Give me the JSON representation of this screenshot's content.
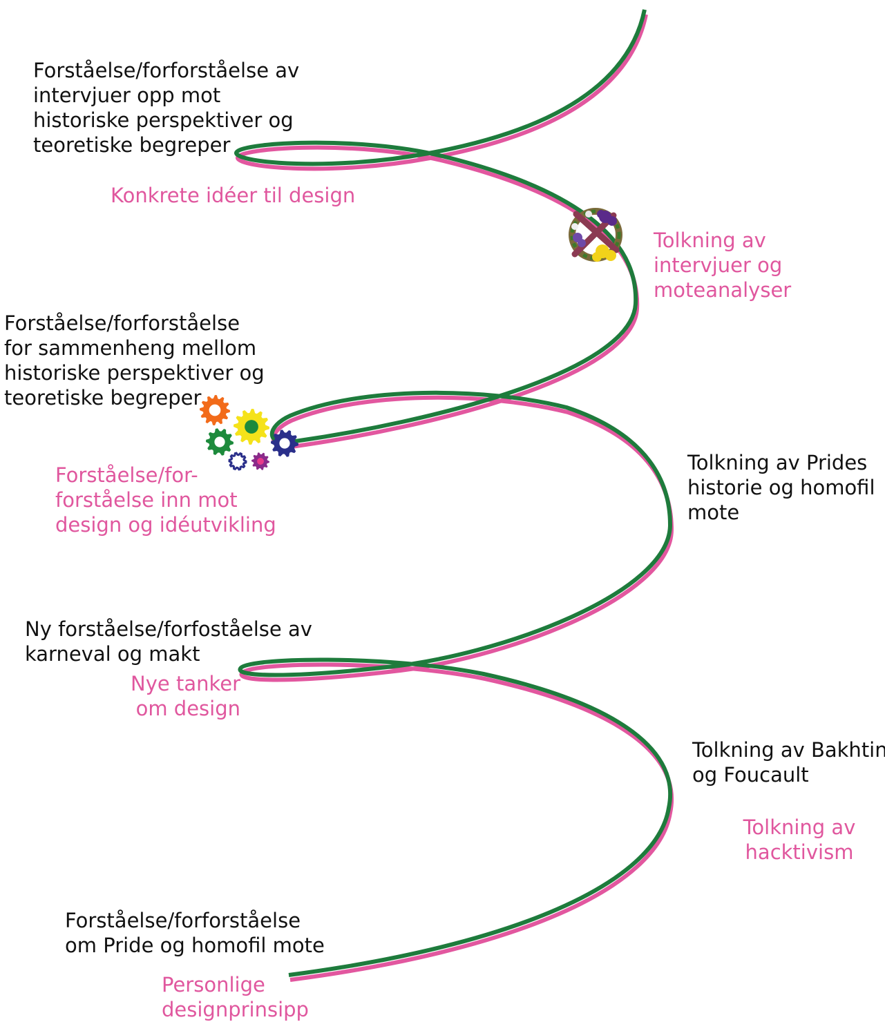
{
  "colors": {
    "green": "#1e7b3c",
    "pink": "#e2579f",
    "text": "#111111",
    "accent_text": "#e0579e"
  },
  "labels": {
    "understanding_interviews": [
      "Forståelse/forforståelse av",
      "intervjuer opp mot",
      "historiske perspektiver og",
      "teoretiske begreper"
    ],
    "concrete_ideas": [
      "Konkrete idéer til design"
    ],
    "interpret_interviews": [
      "Tolkning av",
      "intervjuer og",
      "moteanalyser"
    ],
    "understanding_connection": [
      "Forståelse/forforståelse",
      "for sammenheng mellom",
      "historiske perspektiver og",
      "teoretiske begreper"
    ],
    "understanding_design": [
      "Forståelse/for-",
      "forståelse inn mot",
      "design og idéutvikling"
    ],
    "interpret_pride": [
      "Tolkning av Prides",
      "historie og homofil",
      "mote"
    ],
    "new_understanding": [
      "Ny forståelse/forfoståelse av",
      "karneval og makt"
    ],
    "new_thoughts": [
      "Nye tanker",
      "om design"
    ],
    "interpret_bakhtin": [
      "Tolkning av Bakhtin",
      "og Foucault"
    ],
    "interpret_hacktivism": [
      "Tolkning av",
      "hacktivism"
    ],
    "understanding_pride": [
      "Forståelse/forforståelse",
      "om Pride og homofil mote"
    ],
    "personal_principles": [
      "Personlige",
      "designprinsipp"
    ]
  },
  "icons": {
    "flower_wreath": "flower-wreath-icon",
    "gears": "gears-cluster-icon"
  }
}
